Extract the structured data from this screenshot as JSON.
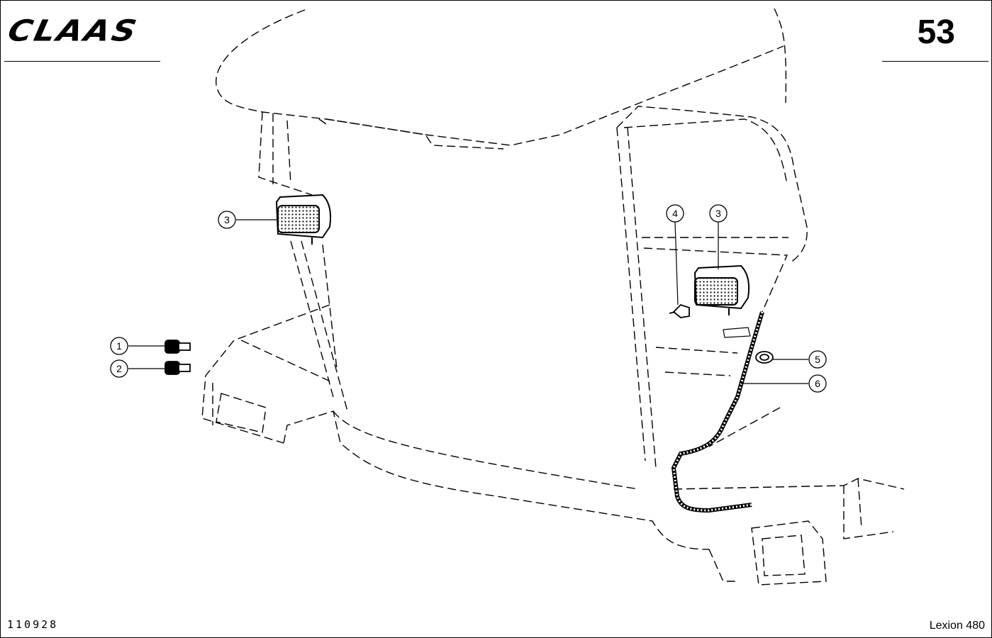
{
  "header": {
    "brand_logo_text": "CLAAS",
    "page_number": "53"
  },
  "footer": {
    "drawing_number": "110928",
    "model_name": "Lexion 480"
  },
  "callouts": {
    "c1": "1",
    "c2": "2",
    "c3_left": "3",
    "c3_right": "3",
    "c4": "4",
    "c5": "5",
    "c6": "6"
  }
}
